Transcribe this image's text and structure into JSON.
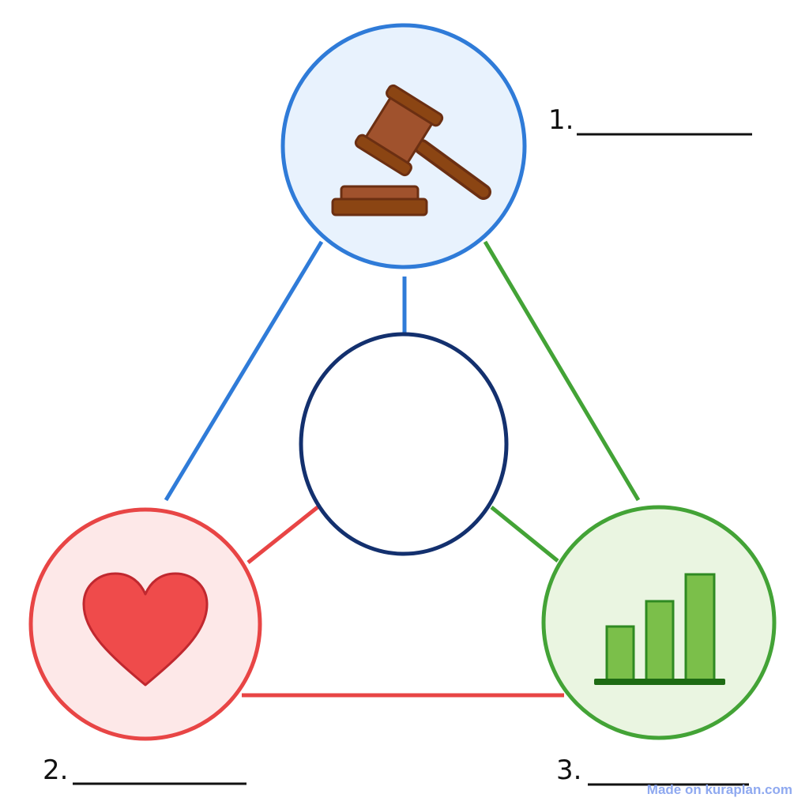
{
  "diagram": {
    "nodes": [
      {
        "id": "node-1",
        "icon": "gavel-icon",
        "label": "1.",
        "border_color": "#2f7bd8",
        "fill_color": "#e8f2fd"
      },
      {
        "id": "node-2",
        "icon": "heart-icon",
        "label": "2.",
        "border_color": "#e84545",
        "fill_color": "#fde8e8"
      },
      {
        "id": "node-3",
        "icon": "bar-chart-icon",
        "label": "3.",
        "border_color": "#43a336",
        "fill_color": "#eaf5e1"
      }
    ],
    "center": {
      "border_color": "#13306e",
      "fill_color": "#ffffff"
    },
    "colors": {
      "gavel_wood": "#a0522d",
      "gavel_outline": "#6b2f12",
      "heart": "#ef4b4b",
      "heart_outline": "#c0282f",
      "bars": "#7bbf4a",
      "bars_outline": "#2f8a22",
      "baseline": "#1e6b14"
    }
  },
  "watermark": {
    "text": "Made on kuraplan.com",
    "color": "#8fa9f0"
  }
}
